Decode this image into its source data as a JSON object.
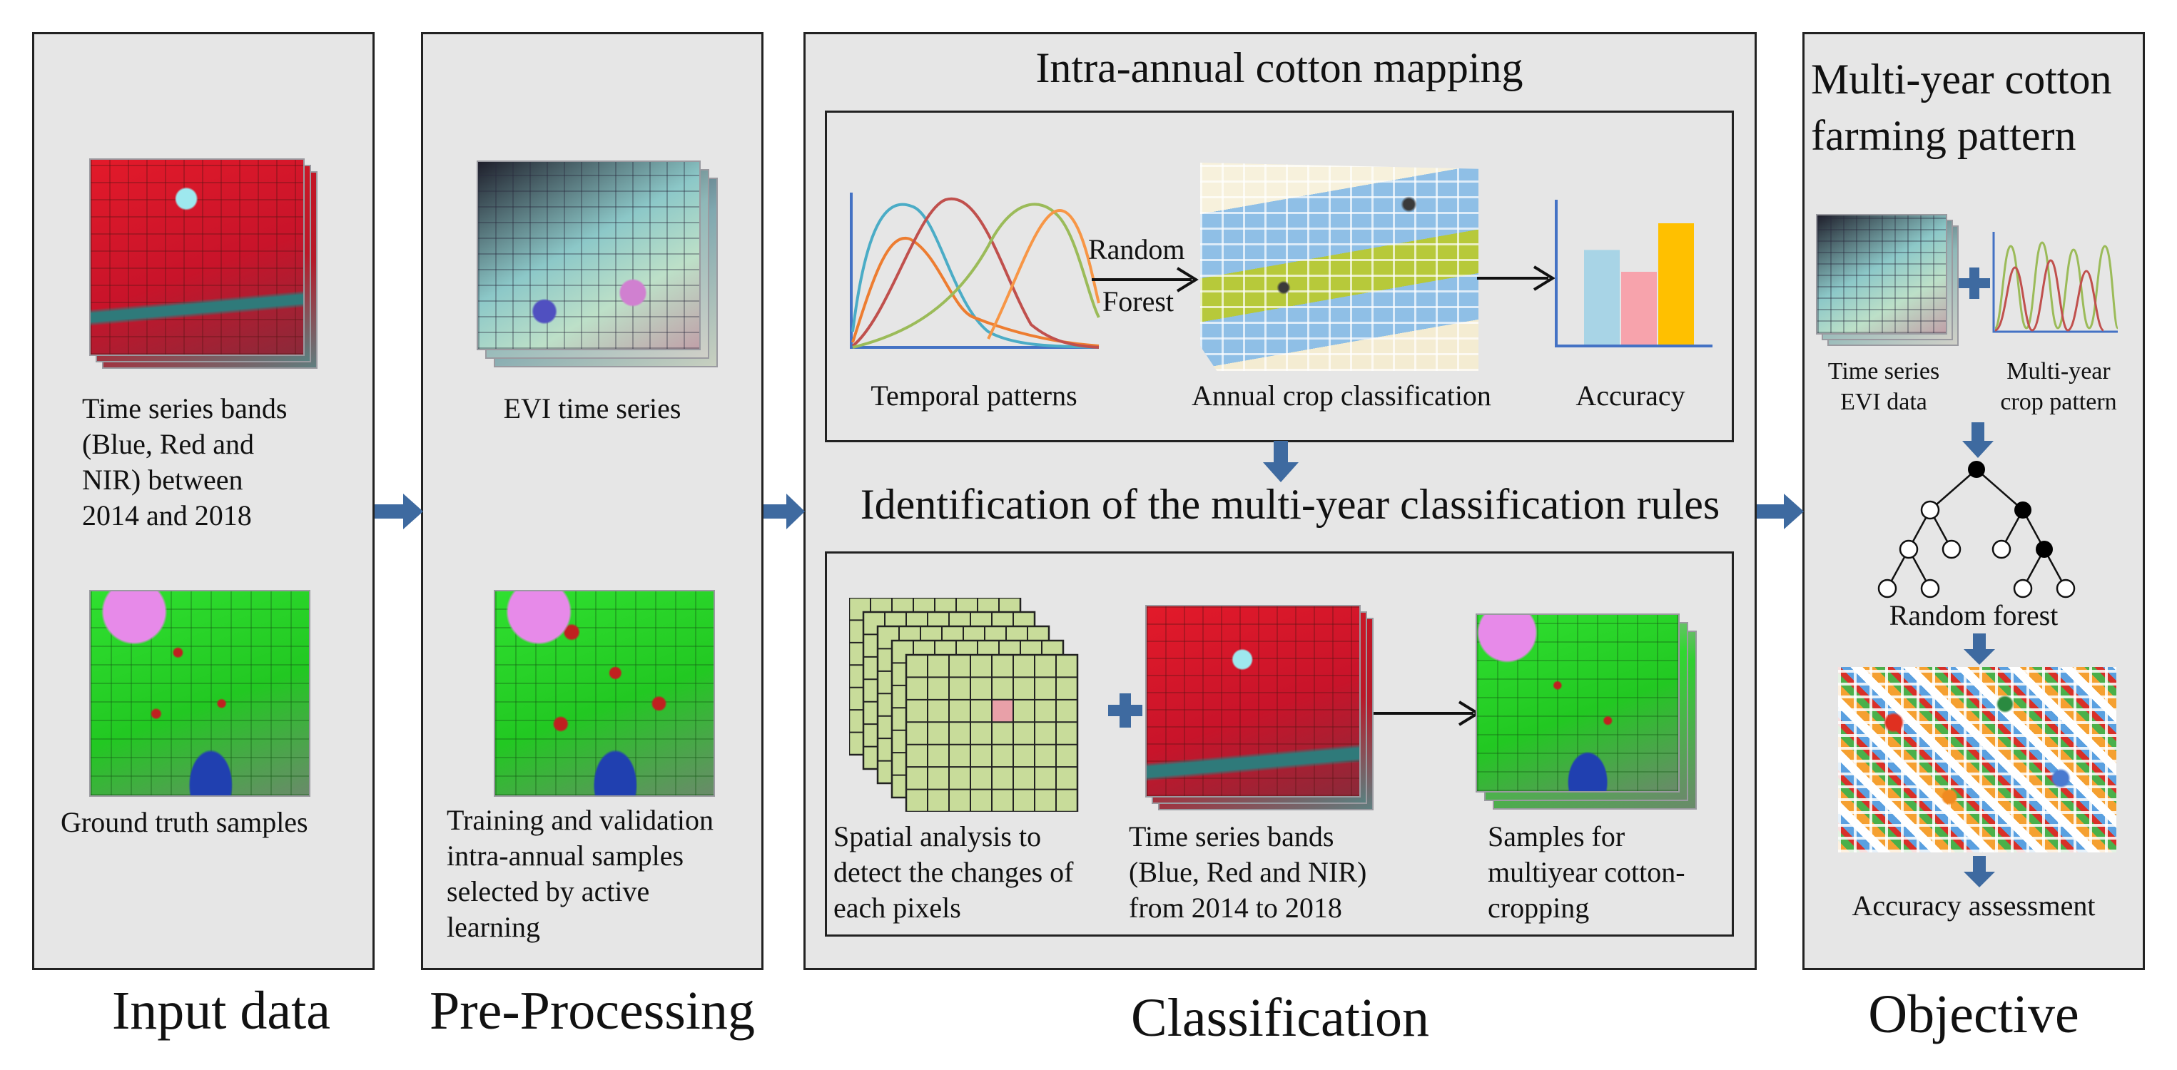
{
  "sections": [
    {
      "caption": "Input data"
    },
    {
      "caption": "Pre-Processing"
    },
    {
      "caption": "Classification"
    },
    {
      "caption": "Objective"
    }
  ],
  "input": {
    "bands_label": "Time series bands\n(Blue, Red and\nNIR) between\n2014 and 2018",
    "truth_label": "Ground truth samples"
  },
  "preprocess": {
    "evi_label": "EVI time series",
    "samples_label": "Training and validation\nintra-annual samples\nselected by active\nlearning"
  },
  "classification": {
    "intra_title": "Intra-annual cotton mapping",
    "temporal_label": "Temporal patterns",
    "rf_line1": "Random",
    "rf_line2": "Forest",
    "annual_label": "Annual crop classification",
    "accuracy_label": "Accuracy",
    "accuracy_bars": [
      {
        "value": 0.78,
        "color": "#a8d4e6"
      },
      {
        "value": 0.6,
        "color": "#f7a3ac"
      },
      {
        "value": 1.0,
        "color": "#ffc000"
      }
    ],
    "rules_title": "Identification of the multi-year classification rules",
    "spatial_label": "Spatial analysis to\ndetect the changes of\neach pixels",
    "bands_label": "Time series bands\n(Blue, Red and NIR)\nfrom 2014 to 2018",
    "samples_label": "Samples for\nmultiyear cotton-\ncropping"
  },
  "objective": {
    "title": "Multi-year cotton\nfarming pattern",
    "evi_label": "Time series\nEVI data",
    "pattern_label": "Multi-year\ncrop pattern",
    "rf_label": "Random forest",
    "assess_label": "Accuracy assessment"
  },
  "colors": {
    "panel_bg": "#e6e6e6",
    "arrow": "#3e6aa0",
    "grid_fill": "#c8dc9a",
    "highlight_cell": "#e8a0a8"
  }
}
